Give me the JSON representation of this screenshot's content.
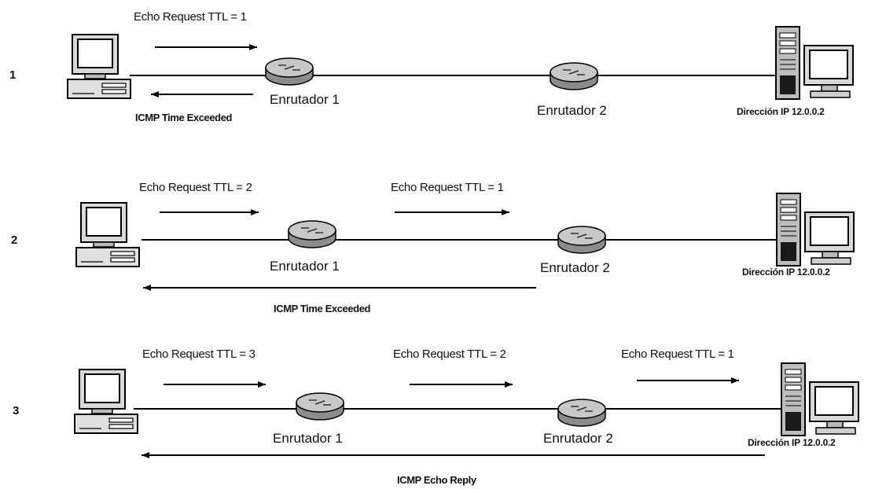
{
  "scenarios": [
    {
      "number": "1",
      "requests": [
        "Echo Request TTL = 1"
      ],
      "routers": [
        "Enrutador 1",
        "Enrutador 2"
      ],
      "reply": "ICMP Time Exceeded",
      "destination": "Dirección IP 12.0.0.2"
    },
    {
      "number": "2",
      "requests": [
        "Echo Request TTL = 2",
        "Echo Request TTL = 1"
      ],
      "routers": [
        "Enrutador 1",
        "Enrutador 2"
      ],
      "reply": "ICMP Time Exceeded",
      "destination": "Dirección IP 12.0.0.2"
    },
    {
      "number": "3",
      "requests": [
        "Echo Request TTL = 3",
        "Echo Request TTL = 2",
        "Echo Request TTL = 1"
      ],
      "routers": [
        "Enrutador 1",
        "Enrutador 2"
      ],
      "reply": "ICMP Echo Reply",
      "destination": "Dirección IP 12.0.0.2"
    }
  ],
  "icons": {
    "source": "desktop-computer-icon",
    "router": "router-icon",
    "destination": "server-with-monitor-icon"
  }
}
